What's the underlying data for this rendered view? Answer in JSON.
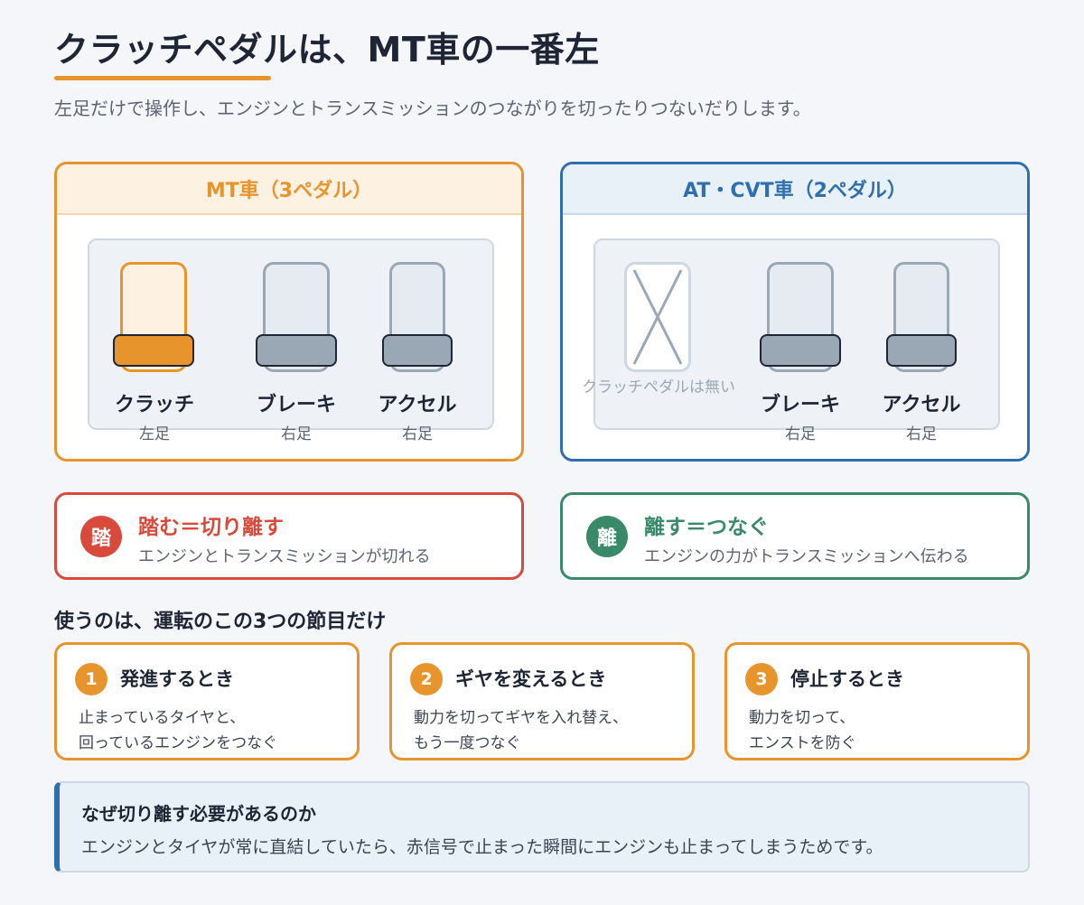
{
  "header": {
    "title": "クラッチペダルは、MT車の一番左",
    "subtitle": "左足だけで操作し、エンジンとトランスミッションのつながりを切ったりつないだりします。"
  },
  "mt_panel": {
    "title": "MT車（3ペダル）",
    "pedals": [
      {
        "name": "クラッチ",
        "foot": "左足"
      },
      {
        "name": "ブレーキ",
        "foot": "右足"
      },
      {
        "name": "アクセル",
        "foot": "右足"
      }
    ]
  },
  "at_panel": {
    "title": "AT・CVT車（2ペダル）",
    "missing_label": "クラッチペダルは無い",
    "pedals": [
      {
        "name": "ブレーキ",
        "foot": "右足"
      },
      {
        "name": "アクセル",
        "foot": "右足"
      }
    ]
  },
  "press": {
    "icon": "踏",
    "title": "踏む＝切り離す",
    "desc": "エンジンとトランスミッションが切れる"
  },
  "release": {
    "icon": "離",
    "title": "離す＝つなぐ",
    "desc": "エンジンの力がトランスミッションへ伝わる"
  },
  "use_heading": "使うのは、運転のこの3つの節目だけ",
  "steps": [
    {
      "num": "1",
      "title": "発進するとき",
      "line1": "止まっているタイヤと、",
      "line2": "回っているエンジンをつなぐ"
    },
    {
      "num": "2",
      "title": "ギヤを変えるとき",
      "line1": "動力を切ってギヤを入れ替え、",
      "line2": "もう一度つなぐ"
    },
    {
      "num": "3",
      "title": "停止するとき",
      "line1": "動力を切って、",
      "line2": "エンストを防ぐ"
    }
  ],
  "why": {
    "title": "なぜ切り離す必要があるのか",
    "text": "エンジンとタイヤが常に直結していたら、赤信号で止まった瞬間にエンジンも止まってしまうためです。"
  },
  "colors": {
    "accent_orange": "#e8942c",
    "accent_blue": "#2f6fb0",
    "press_red": "#d74a3c",
    "release_green": "#3a8a6a",
    "pedal_gray": "#9aa8b6"
  }
}
